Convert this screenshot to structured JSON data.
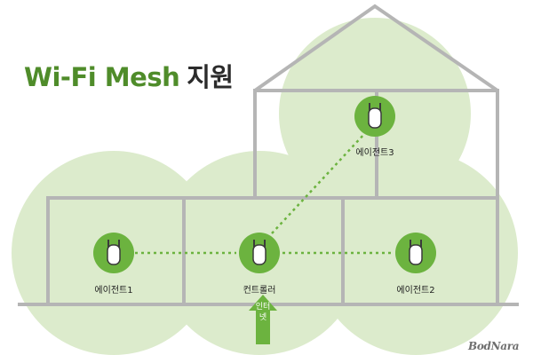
{
  "title": {
    "english": "Wi-Fi Mesh",
    "korean": "지원"
  },
  "nodes": {
    "agent1": "에이전트1",
    "controller": "컨트롤러",
    "agent2": "에이전트2",
    "agent3": "에이전트3"
  },
  "internet_label": "인터넷",
  "watermark": "BodNara",
  "colors": {
    "coverage": "#dcebcc",
    "router_bg": "#6cb33f",
    "house_line": "#b5b5b5",
    "link_dot": "#6cb33f",
    "arrow": "#6cb33f",
    "title_green": "#4f8c2a"
  },
  "icons": {
    "router": "mesh-router-icon",
    "arrow": "up-arrow-icon"
  }
}
